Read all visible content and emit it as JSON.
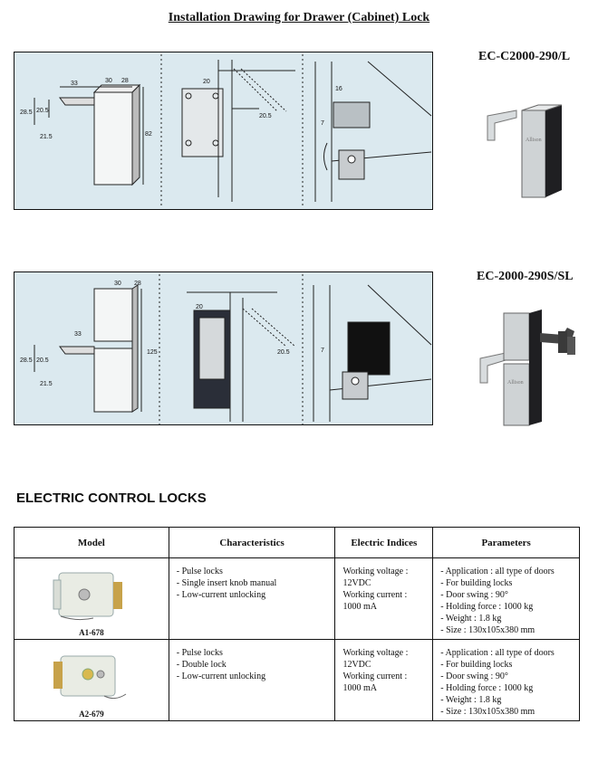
{
  "page": {
    "title": "Installation Drawing for Drawer (Cabinet) Lock"
  },
  "drawings": [
    {
      "model": "EC-C2000-290/L",
      "dims": [
        "33",
        "30",
        "28",
        "28.5",
        "20.5",
        "21.5",
        "82",
        "20",
        "20.5",
        "16",
        "7"
      ]
    },
    {
      "model": "EC-2000-290S/SL",
      "dims": [
        "30",
        "28",
        "33",
        "28.5",
        "20.5",
        "21.5",
        "125",
        "20",
        "20.5",
        "7"
      ]
    }
  ],
  "product_brand": "Allison",
  "section": {
    "heading": "ELECTRIC CONTROL LOCKS"
  },
  "table": {
    "headers": [
      "Model",
      "Characteristics",
      "Electric Indices",
      "Parameters"
    ],
    "rows": [
      {
        "model": "A1-678",
        "characteristics": [
          "Pulse locks",
          "Single insert knob manual",
          "Low-current unlocking"
        ],
        "electric": [
          "Working voltage :",
          "12VDC",
          "Working current :",
          "1000 mA"
        ],
        "parameters": [
          "Application : all type of doors",
          "For building locks",
          "Door swing : 90°",
          "Holding force : 1000 kg",
          "Weight : 1.8 kg",
          "Size : 130x105x380 mm"
        ]
      },
      {
        "model": "A2-679",
        "characteristics": [
          "Pulse locks",
          "Double lock",
          "Low-current unlocking"
        ],
        "electric": [
          "Working voltage :",
          "12VDC",
          "Working current :",
          "1000 mA"
        ],
        "parameters": [
          "Application : all type of doors",
          "For building locks",
          "Door swing : 90°",
          "Holding force : 1000 kg",
          "Weight : 1.8 kg",
          "Size : 130x105x380 mm"
        ]
      }
    ]
  }
}
